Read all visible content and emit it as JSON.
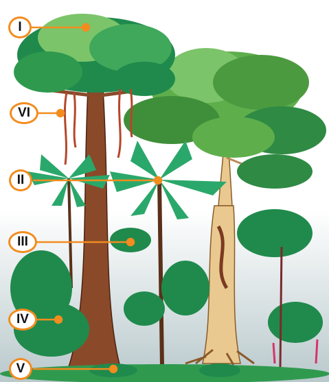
{
  "diagram": {
    "labels": [
      {
        "id": "I",
        "text": "I"
      },
      {
        "id": "VI",
        "text": "VI"
      },
      {
        "id": "II",
        "text": "II"
      },
      {
        "id": "III",
        "text": "III"
      },
      {
        "id": "IV",
        "text": "IV"
      },
      {
        "id": "V",
        "text": "V"
      }
    ],
    "colors": {
      "leader": "#f28c1e",
      "canopy_dark": "#1f8a4c",
      "canopy_light": "#7cc46a",
      "trunk": "#8a4a2a",
      "liana": "#b5462a",
      "palm": "#2aa86b",
      "sky_bottom": "#c9d6d9"
    }
  }
}
